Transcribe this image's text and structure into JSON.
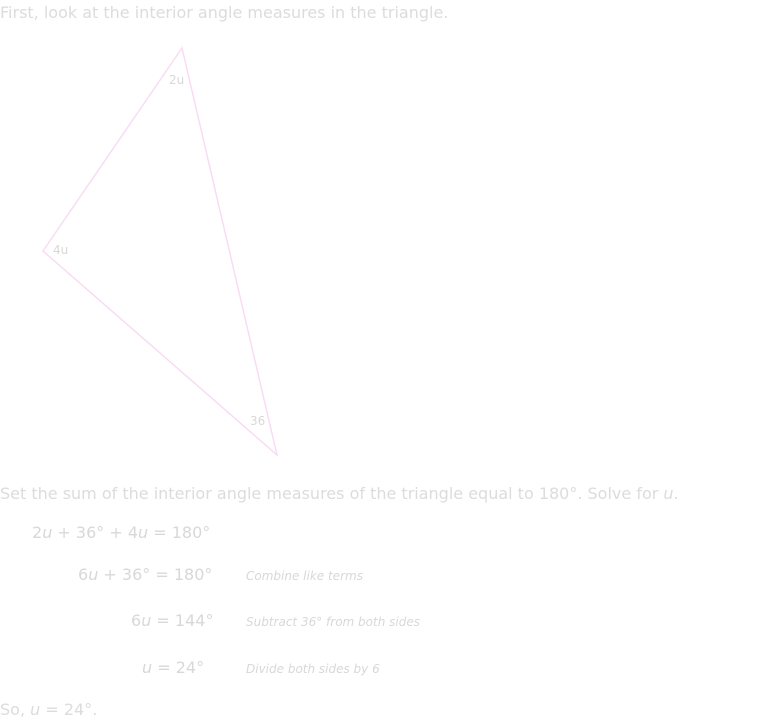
{
  "intro_text": "First, look at the interior angle measures in the triangle.",
  "triangle": {
    "stroke_color": "#f8dcf4",
    "angles": {
      "top": "2u",
      "left": "4u",
      "bottom": "36"
    }
  },
  "setup": {
    "text_before": "Set the sum of the interior angle measures of the triangle equal to 180°. Solve for ",
    "variable": "u",
    "text_after": "."
  },
  "steps": [
    {
      "pre": "2",
      "var": "u",
      "mid": " + 36° + 4",
      "var2": "u",
      "post": " = 180°",
      "note": ""
    },
    {
      "pre": "6",
      "var": "u",
      "mid": " + 36° = 180°",
      "var2": "",
      "post": "",
      "note": "Combine like terms"
    },
    {
      "pre": "6",
      "var": "u",
      "mid": " = 144°",
      "var2": "",
      "post": "",
      "note": "Subtract 36° from both sides"
    },
    {
      "pre": "",
      "var": "u",
      "mid": " = 24°",
      "var2": "",
      "post": "",
      "note": "Divide both sides by 6"
    }
  ],
  "conclusion": {
    "pre": "So, ",
    "variable": "u",
    "post": " = 24°."
  }
}
